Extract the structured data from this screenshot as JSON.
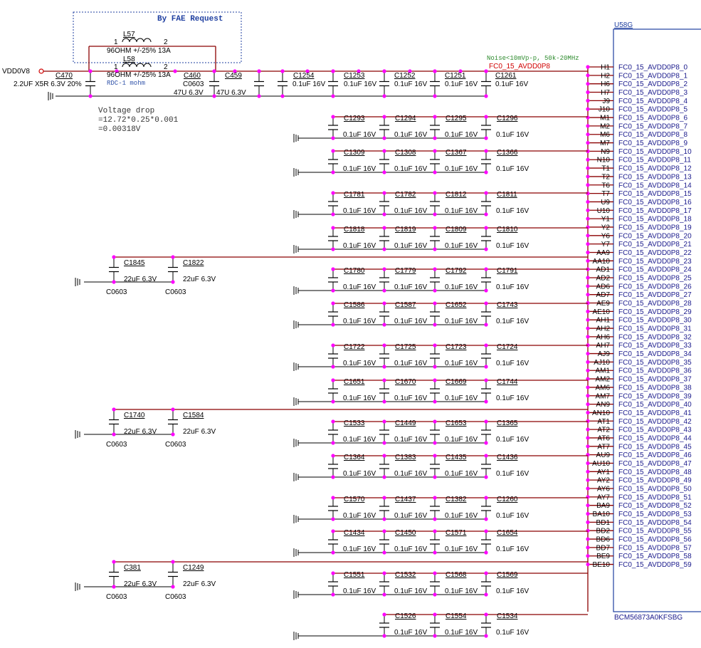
{
  "title": "By FAE Request",
  "power_in": "VDD0V8",
  "net_name": "FC0_15_AVDD0P8",
  "noise_note": "Noise<10mVp-p, 50k-20MHz",
  "voltage_drop": [
    "Voltage  drop",
    "=12.72*0.25*0.001",
    "=0.00318V"
  ],
  "rdc_note": "RDC-1 mohm",
  "inductors": [
    {
      "ref": "L57",
      "value": "96OHM +/-25% 13A",
      "pin1": "1",
      "pin2": "2"
    },
    {
      "ref": "L58",
      "value": "96OHM +/-25% 13A",
      "pin1": "1",
      "pin2": "2"
    }
  ],
  "top_caps": [
    {
      "ref": "C470",
      "value": "2.2UF X5R 6.3V 20%"
    },
    {
      "ref": "C460",
      "value": "C0603",
      "value2": "47U 6.3V"
    },
    {
      "ref": "C459",
      "value": "47U 6.3V"
    },
    {
      "ref": "C1254",
      "value": "0.1uF 16V"
    },
    {
      "ref": "C1253",
      "value": "0.1uF 16V"
    },
    {
      "ref": "C1252",
      "value": "0.1uF 16V"
    },
    {
      "ref": "C1251",
      "value": "0.1uF 16V"
    },
    {
      "ref": "C1261",
      "value": "0.1uF 16V"
    }
  ],
  "cap_rows": [
    [
      "C1293",
      "C1294",
      "C1295",
      "C1296"
    ],
    [
      "C1309",
      "C1308",
      "C1367",
      "C1366"
    ],
    [
      "C1781",
      "C1782",
      "C1812",
      "C1811"
    ],
    [
      "C1818",
      "C1819",
      "C1809",
      "C1810"
    ],
    [
      "C1780",
      "C1779",
      "C1792",
      "C1791"
    ],
    [
      "C1586",
      "C1587",
      "C1652",
      "C1743"
    ],
    [
      "C1722",
      "C1725",
      "C1723",
      "C1724"
    ],
    [
      "C1651",
      "C1670",
      "C1669",
      "C1744"
    ],
    [
      "C1533",
      "C1449",
      "C1653",
      "C1365"
    ],
    [
      "C1364",
      "C1383",
      "C1435",
      "C1436"
    ],
    [
      "C1570",
      "C1437",
      "C1382",
      "C1260"
    ],
    [
      "C1434",
      "C1450",
      "C1571",
      "C1654"
    ],
    [
      "C1551",
      "C1532",
      "C1568",
      "C1569"
    ],
    [
      "",
      "C1526",
      "C1554",
      "C1534"
    ]
  ],
  "small_cap_value": "0.1uF 16V",
  "bulk_groups": [
    {
      "refs": [
        "C1845",
        "C1822"
      ],
      "value": "22uF  6.3V",
      "pkg": "C0603"
    },
    {
      "refs": [
        "C1740",
        "C1584"
      ],
      "value": "22uF  6.3V",
      "pkg": "C0603"
    },
    {
      "refs": [
        "C381",
        "C1249"
      ],
      "value": "22uF  6.3V",
      "pkg": "C0603"
    }
  ],
  "chip": {
    "ref": "U58G",
    "part": "BCM56873A0KFSBG"
  },
  "pins": [
    "H1",
    "H2",
    "H6",
    "H7",
    "J9",
    "J10",
    "M1",
    "M2",
    "M6",
    "M7",
    "N9",
    "N10",
    "T1",
    "T2",
    "T6",
    "T7",
    "U9",
    "U10",
    "Y1",
    "Y2",
    "Y6",
    "Y7",
    "AA9",
    "AA10",
    "AD1",
    "AD2",
    "AD6",
    "AD7",
    "AE9",
    "AE10",
    "AH1",
    "AH2",
    "AH6",
    "AH7",
    "AJ9",
    "AJ10",
    "AM1",
    "AM2",
    "AM6",
    "AM7",
    "AN9",
    "AN10",
    "AT1",
    "AT2",
    "AT6",
    "AT7",
    "AU9",
    "AU10",
    "AY1",
    "AY2",
    "AY6",
    "AY7",
    "BA9",
    "BA10",
    "BD1",
    "BD2",
    "BD6",
    "BD7",
    "BE9",
    "BE10"
  ],
  "pin_labels": [
    "FC0_15_AVDD0P8_0",
    "FC0_15_AVDD0P8_1",
    "FC0_15_AVDD0P8_2",
    "FC0_15_AVDD0P8_3",
    "FC0_15_AVDD0P8_4",
    "FC0_15_AVDD0P8_5",
    "FC0_15_AVDD0P8_6",
    "FC0_15_AVDD0P8_7",
    "FC0_15_AVDD0P8_8",
    "FC0_15_AVDD0P8_9",
    "FC0_15_AVDD0P8_10",
    "FC0_15_AVDD0P8_11",
    "FC0_15_AVDD0P8_12",
    "FC0_15_AVDD0P8_13",
    "FC0_15_AVDD0P8_14",
    "FC0_15_AVDD0P8_15",
    "FC0_15_AVDD0P8_16",
    "FC0_15_AVDD0P8_17",
    "FC0_15_AVDD0P8_18",
    "FC0_15_AVDD0P8_19",
    "FC0_15_AVDD0P8_20",
    "FC0_15_AVDD0P8_21",
    "FC0_15_AVDD0P8_22",
    "FC0_15_AVDD0P8_23",
    "FC0_15_AVDD0P8_24",
    "FC0_15_AVDD0P8_25",
    "FC0_15_AVDD0P8_26",
    "FC0_15_AVDD0P8_27",
    "FC0_15_AVDD0P8_28",
    "FC0_15_AVDD0P8_29",
    "FC0_15_AVDD0P8_30",
    "FC0_15_AVDD0P8_31",
    "FC0_15_AVDD0P8_32",
    "FC0_15_AVDD0P8_33",
    "FC0_15_AVDD0P8_34",
    "FC0_15_AVDD0P8_35",
    "FC0_15_AVDD0P8_36",
    "FC0_15_AVDD0P8_37",
    "FC0_15_AVDD0P8_38",
    "FC0_15_AVDD0P8_39",
    "FC0_15_AVDD0P8_40",
    "FC0_15_AVDD0P8_41",
    "FC0_15_AVDD0P8_42",
    "FC0_15_AVDD0P8_43",
    "FC0_15_AVDD0P8_44",
    "FC0_15_AVDD0P8_45",
    "FC0_15_AVDD0P8_46",
    "FC0_15_AVDD0P8_47",
    "FC0_15_AVDD0P8_48",
    "FC0_15_AVDD0P8_49",
    "FC0_15_AVDD0P8_50",
    "FC0_15_AVDD0P8_51",
    "FC0_15_AVDD0P8_52",
    "FC0_15_AVDD0P8_53",
    "FC0_15_AVDD0P8_54",
    "FC0_15_AVDD0P8_55",
    "FC0_15_AVDD0P8_56",
    "FC0_15_AVDD0P8_57",
    "FC0_15_AVDD0P8_58",
    "FC0_15_AVDD0P8_59"
  ]
}
